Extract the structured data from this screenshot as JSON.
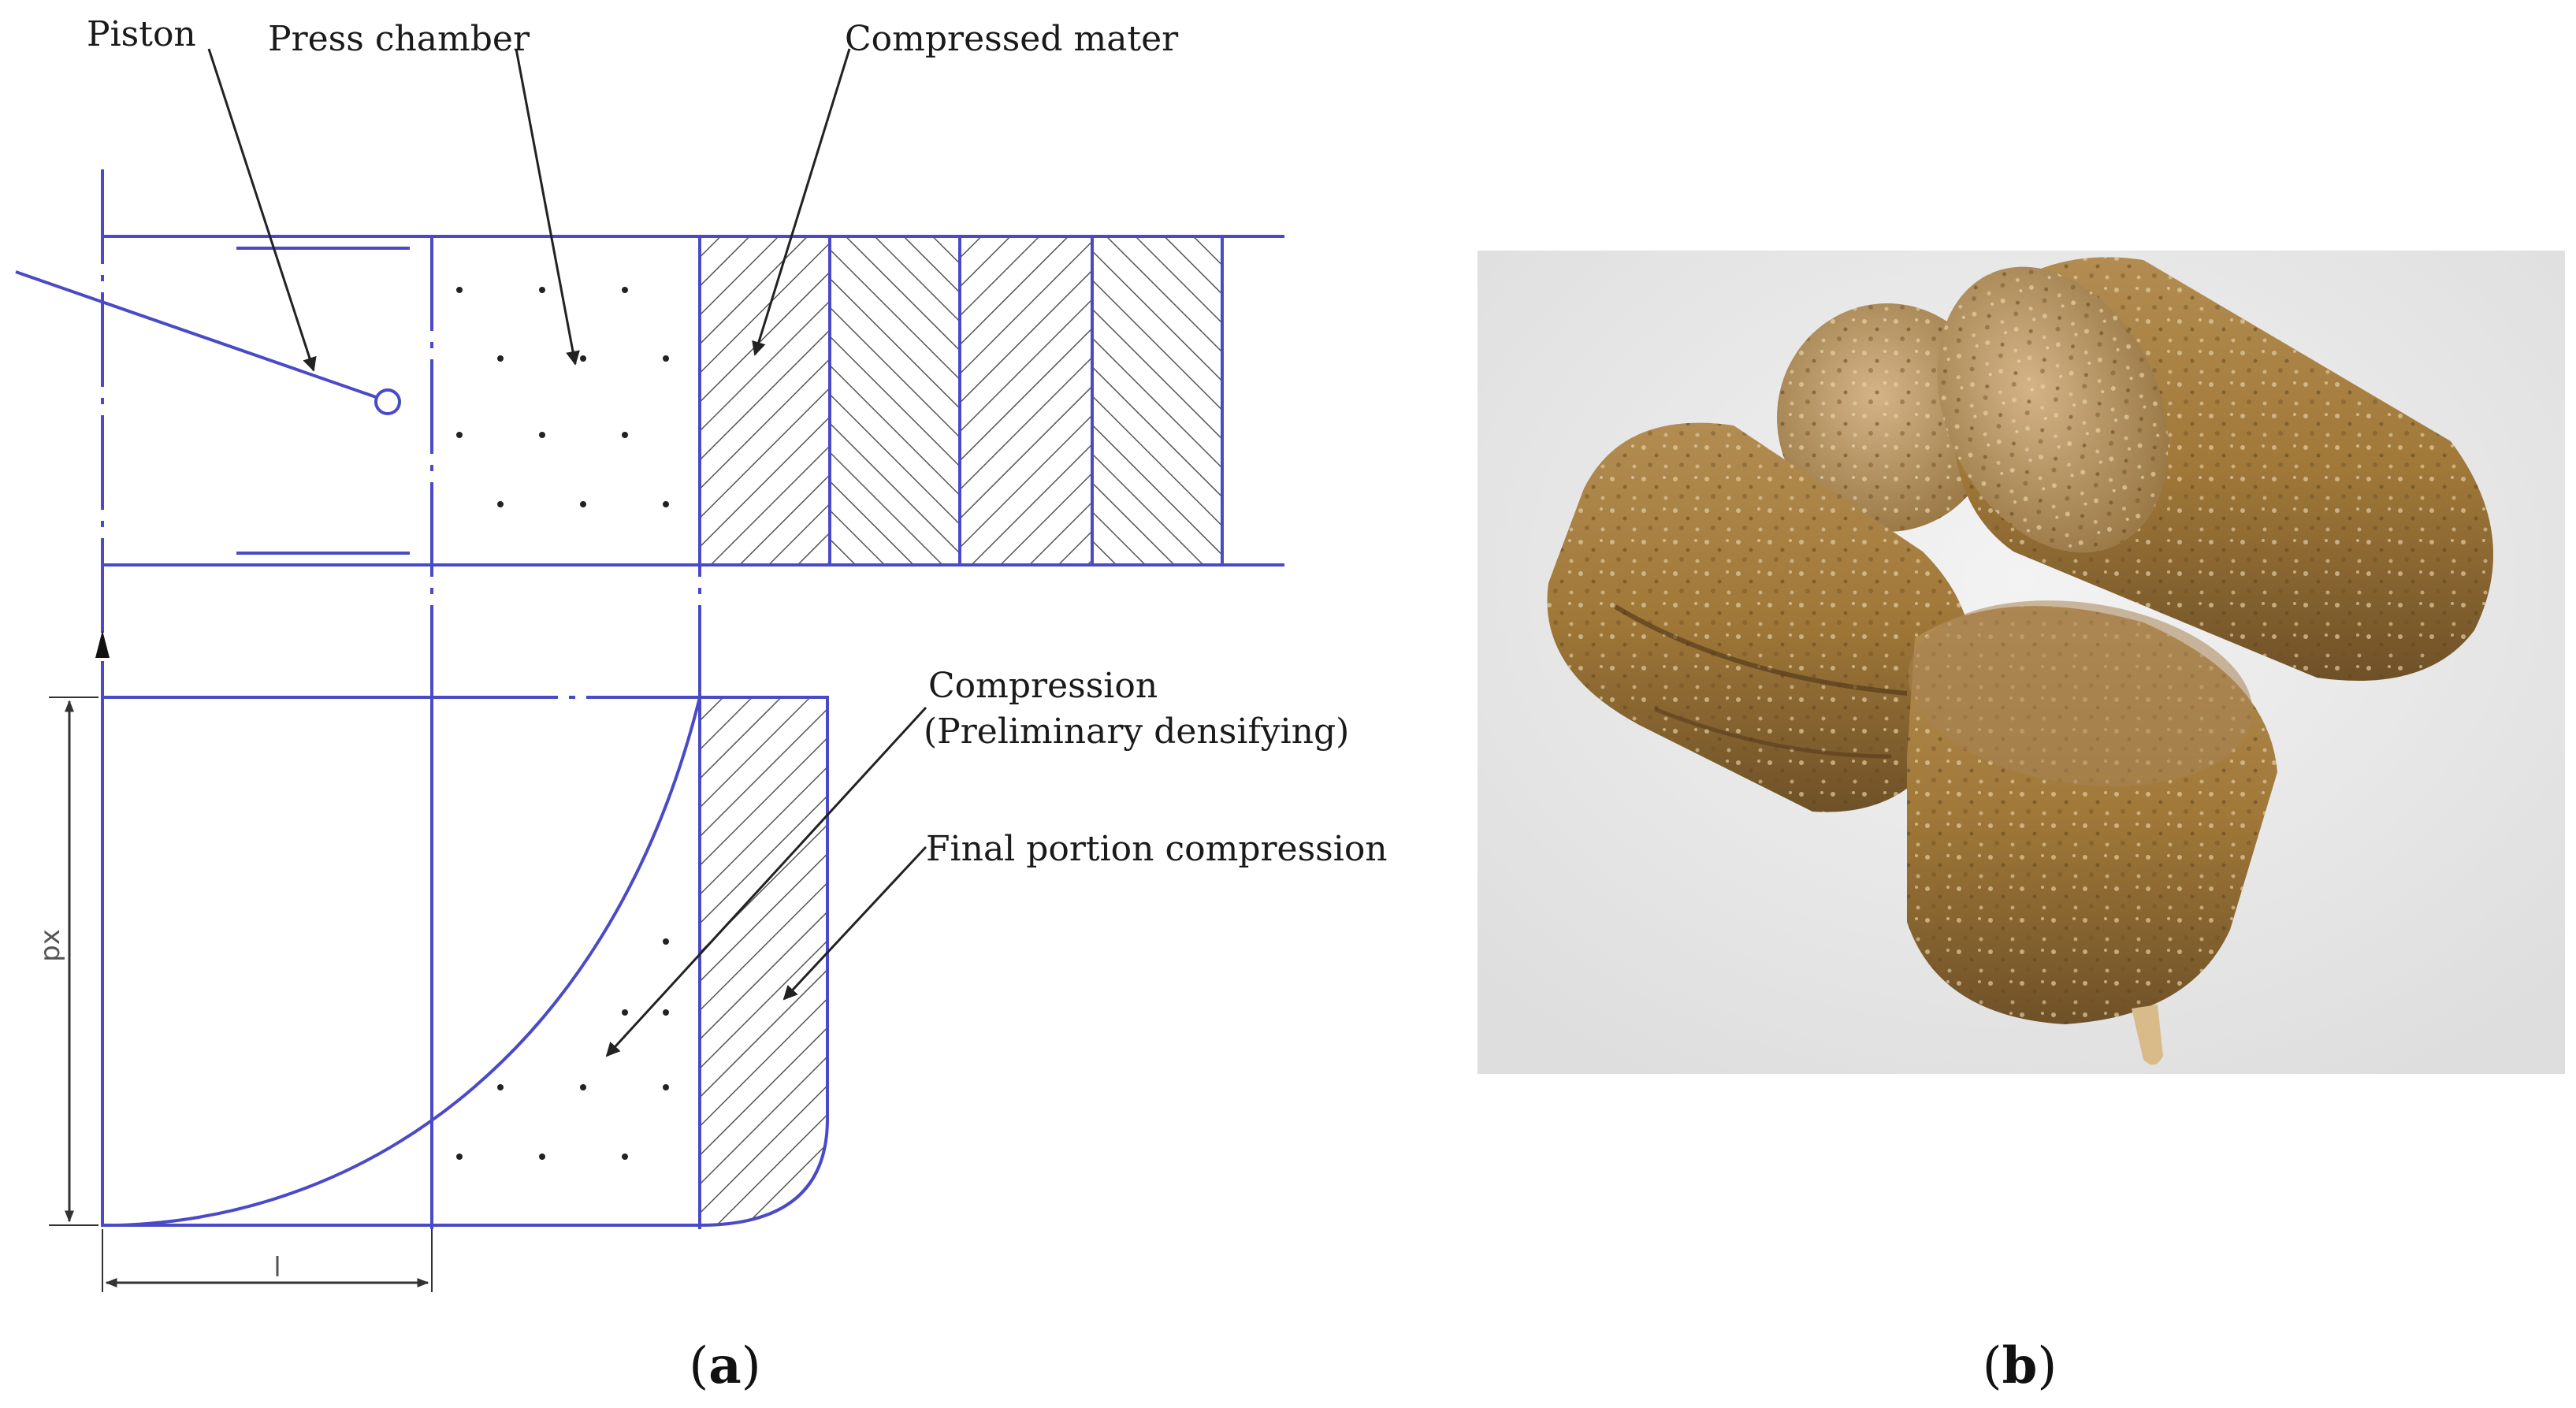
{
  "diagram": {
    "labels": {
      "piston": "Piston",
      "press_chamber": "Press chamber",
      "compressed_mater": "Compressed mater",
      "compression_line1": "Compression",
      "compression_line2": "(Preliminary densifying)",
      "final_portion": "Final portion compression",
      "dim_vertical": "px",
      "dim_horizontal": "l"
    },
    "colors": {
      "line": "#4a4ac8",
      "hatch": "#555555",
      "text": "#1a1a1a"
    }
  },
  "panels": {
    "a_letter": "a",
    "b_letter": "b"
  },
  "photo": {
    "subject": "wood-briquettes",
    "background": "#ececec"
  }
}
